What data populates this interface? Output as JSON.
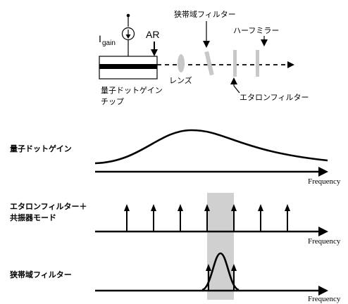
{
  "setup": {
    "current_label": "I",
    "current_subscript": "gain",
    "ar_label": "AR",
    "lens_label": "レンズ",
    "chip_label_line1": "量子ドットゲイン",
    "chip_label_line2": "チップ",
    "narrowband_filter_label": "狭帯域フィルター",
    "half_mirror_label": "ハーフミラー",
    "etalon_filter_label": "エタロンフィルター"
  },
  "panels": {
    "gain": {
      "label": "量子ドットゲイン",
      "axis_label": "Frequency"
    },
    "modes": {
      "label_line1": "エタロンフィルター＋",
      "label_line2": "共振器モード",
      "axis_label": "Frequency",
      "mode_count": 7
    },
    "filter": {
      "label": "狭帯域フィルター",
      "axis_label": "Frequency"
    }
  },
  "colors": {
    "ink": "#000000",
    "component_gray": "#c8c8c8",
    "passband_gray": "#d0d0d0"
  }
}
